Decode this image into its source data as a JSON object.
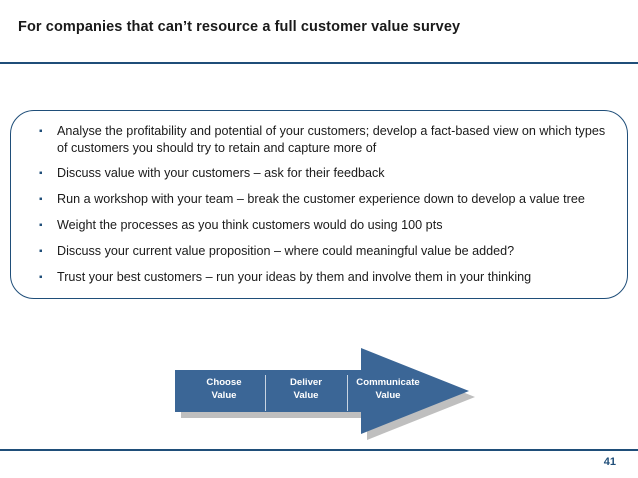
{
  "slide": {
    "title": "For companies that can’t resource a full customer value survey",
    "page_number": "41",
    "accent_color": "#1f4e79",
    "arrow_fill": "#3b6696",
    "arrow_shadow": "#bfbfbf",
    "bullets": [
      "Analyse the profitability and potential of your customers; develop a fact-based view on which types of customers you should try to retain and capture more of",
      "Discuss value with your customers – ask for their feedback",
      "Run a workshop with your team – break the customer experience down to develop a value tree",
      "Weight the processes as you think customers would do using 100 pts",
      "Discuss your current value proposition – where could meaningful value be added?",
      "Trust your best customers – run your ideas by them and involve them in your thinking"
    ],
    "bullet_marker": "▪",
    "arrow_steps": [
      {
        "line1": "Choose",
        "line2": "Value"
      },
      {
        "line1": "Deliver",
        "line2": "Value"
      },
      {
        "line1": "Communicate",
        "line2": "Value"
      }
    ]
  }
}
